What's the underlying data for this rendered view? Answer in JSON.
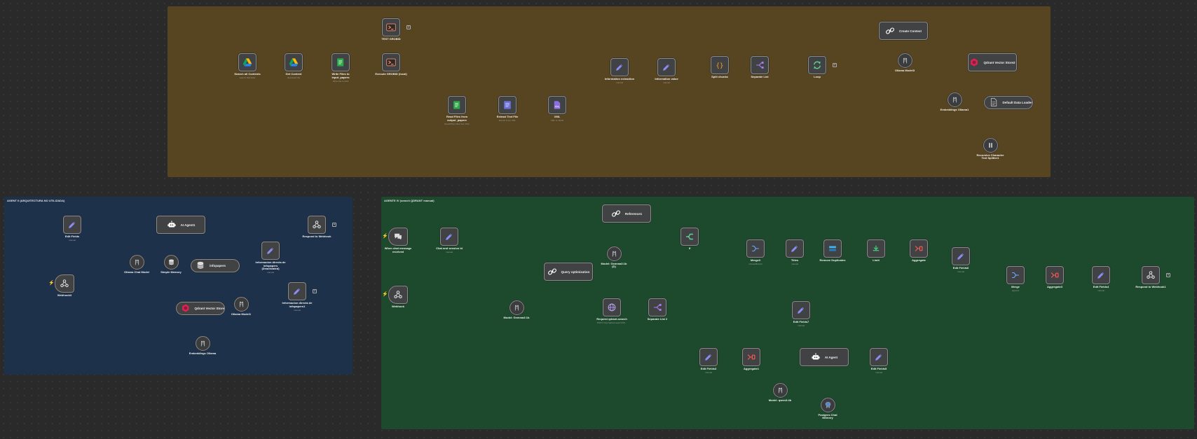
{
  "canvas": {
    "background": "#2a2a2a"
  },
  "stickies": [
    {
      "id": "top",
      "title": "",
      "color": "#574420"
    },
    {
      "id": "agent2",
      "title": "AGENT II (ARQUITECTURA NO UTILIZADA)",
      "color": "#1e314a"
    },
    {
      "id": "agent4",
      "title": "AGENTE IV (search QDRANT manual)",
      "color": "#1d4a2d"
    }
  ],
  "nodes": [
    {
      "id": "n_test_grobid",
      "label": "TEST GROBID",
      "sub": "",
      "icon": "terminal-icon",
      "shape": "box"
    },
    {
      "id": "n_search_contents",
      "label": "Search all Contents",
      "sub": "search: fileFolder",
      "icon": "google-drive-icon",
      "shape": "box"
    },
    {
      "id": "n_get_content",
      "label": "Get Content",
      "sub": "download: file",
      "icon": "google-drive-icon",
      "shape": "box"
    },
    {
      "id": "n_write_files",
      "label": "Write Files to\ninput_papers",
      "sub": "Write File to Disk",
      "icon": "file-write-icon",
      "shape": "box"
    },
    {
      "id": "n_execute_grobid",
      "label": "Execute GROBID (local)",
      "sub": "",
      "icon": "terminal-icon",
      "shape": "box"
    },
    {
      "id": "n_read_files",
      "label": "Read Files from\noutput_papers",
      "sub": "Read/Write Files from Disk",
      "icon": "file-read-icon",
      "shape": "box"
    },
    {
      "id": "n_extract_text",
      "label": "Extract Text File",
      "sub": "Extract From XML",
      "icon": "extract-icon",
      "shape": "box"
    },
    {
      "id": "n_xml",
      "label": "XML",
      "sub": "XML to JSON",
      "icon": "xml-icon",
      "shape": "box"
    },
    {
      "id": "n_info_extraction",
      "label": "Information extraction",
      "sub": "manual",
      "icon": "pencil-icon",
      "shape": "box"
    },
    {
      "id": "n_info_value",
      "label": "Information value",
      "sub": "manual",
      "icon": "pencil-icon",
      "shape": "box"
    },
    {
      "id": "n_split_chunks",
      "label": "Split chunks",
      "sub": "",
      "icon": "code-braces-icon",
      "shape": "box"
    },
    {
      "id": "n_separate_list",
      "label": "Separate List",
      "sub": "",
      "icon": "split-out-icon",
      "shape": "box"
    },
    {
      "id": "n_loop",
      "label": "Loop",
      "sub": "",
      "icon": "loop-icon",
      "shape": "box"
    },
    {
      "id": "n_create_context",
      "label": "Create Context",
      "sub": "",
      "icon": "link-icon",
      "shape": "wide"
    },
    {
      "id": "n_ollama_model3",
      "label": "Ollama Model3",
      "sub": "",
      "icon": "ollama-icon",
      "shape": "circle"
    },
    {
      "id": "n_qdrant_store2",
      "label": "Qdrant Vector\nStore2",
      "sub": "",
      "icon": "qdrant-icon",
      "shape": "wide"
    },
    {
      "id": "n_embeddings_ollama1",
      "label": "Embeddings Ollama1",
      "sub": "",
      "icon": "ollama-icon",
      "shape": "circle"
    },
    {
      "id": "n_default_loader",
      "label": "Default Data Loader",
      "sub": "",
      "icon": "document-icon",
      "shape": "pill"
    },
    {
      "id": "n_text_splitter",
      "label": "Recursive Character\nText Splitter1",
      "sub": "",
      "icon": "splitter-icon",
      "shape": "circle"
    },
    {
      "id": "n_edit_fields",
      "label": "Edit Fields",
      "sub": "manual",
      "icon": "pencil-icon",
      "shape": "box"
    },
    {
      "id": "n_ai_agent1",
      "label": "AI Agent1",
      "sub": "",
      "icon": "robot-icon",
      "shape": "wide"
    },
    {
      "id": "n_respond_webhook",
      "label": "Respond to Webhook",
      "sub": "",
      "icon": "webhook-icon",
      "shape": "box"
    },
    {
      "id": "n_webhook3",
      "label": "Webhook3",
      "sub": "",
      "icon": "webhook-icon",
      "shape": "trigger"
    },
    {
      "id": "n_ollama_chat",
      "label": "Ollama Chat Model",
      "sub": "",
      "icon": "ollama-icon",
      "shape": "circle"
    },
    {
      "id": "n_simple_memory",
      "label": "Simple Memory",
      "sub": "",
      "icon": "database-icon",
      "shape": "circle"
    },
    {
      "id": "n_infopapers",
      "label": "infopapers",
      "sub": "",
      "icon": "database-icon",
      "shape": "pill"
    },
    {
      "id": "n_info_directa_deact",
      "label": "Informacion directa de\ninfopapers\n(Deactivated)",
      "sub": "manual",
      "icon": "pencil-icon",
      "shape": "box"
    },
    {
      "id": "n_qdrant_store",
      "label": "Qdrant Vector Store",
      "sub": "",
      "icon": "qdrant-icon",
      "shape": "pill"
    },
    {
      "id": "n_ollama_model1",
      "label": "Ollama Model1",
      "sub": "",
      "icon": "ollama-icon",
      "shape": "circle"
    },
    {
      "id": "n_info_directa1",
      "label": "Informacion directa de\ninfopapers1",
      "sub": "manual",
      "icon": "pencil-icon",
      "shape": "box"
    },
    {
      "id": "n_embeddings_ollama",
      "label": "Embeddings Ollama",
      "sub": "",
      "icon": "ollama-icon",
      "shape": "circle"
    },
    {
      "id": "n_chat_received",
      "label": "When chat message\nreceived",
      "sub": "",
      "icon": "chat-icon",
      "shape": "trigger"
    },
    {
      "id": "n_chat_session",
      "label": "Chat and session Id",
      "sub": "manual",
      "icon": "pencil-icon",
      "shape": "box"
    },
    {
      "id": "n_webhook",
      "label": "Webhook",
      "sub": "",
      "icon": "webhook-icon",
      "shape": "trigger"
    },
    {
      "id": "n_reference1",
      "label": "Reference1",
      "sub": "",
      "icon": "link-icon",
      "shape": "wide"
    },
    {
      "id": "n_model_gemma_d",
      "label": "Model: Gemma3:1b\n(D)",
      "sub": "",
      "icon": "ollama-icon",
      "shape": "circle"
    },
    {
      "id": "n_query_opt",
      "label": "Query optimization",
      "sub": "",
      "icon": "link-icon",
      "shape": "wide"
    },
    {
      "id": "n_model_gemma",
      "label": "Model: Gemma3:1b",
      "sub": "",
      "icon": "ollama-icon",
      "shape": "circle"
    },
    {
      "id": "n_request_qdrant",
      "label": "Request qdrant-search",
      "sub": "POST: http://qdrant-search:80...",
      "icon": "globe-icon",
      "shape": "box"
    },
    {
      "id": "n_separate_list2",
      "label": "Separate List 2",
      "sub": "",
      "icon": "split-out-icon",
      "shape": "box"
    },
    {
      "id": "n_if",
      "label": "If",
      "sub": "",
      "icon": "if-icon",
      "shape": "box"
    },
    {
      "id": "n_merge3",
      "label": "Merge3",
      "sub": "chooseBranch",
      "icon": "merge-icon",
      "shape": "box"
    },
    {
      "id": "n_titles",
      "label": "Titles",
      "sub": "manual",
      "icon": "pencil-icon",
      "shape": "box"
    },
    {
      "id": "n_remove_dup",
      "label": "Remove Duplicates",
      "sub": "",
      "icon": "dedupe-icon",
      "shape": "box"
    },
    {
      "id": "n_limit",
      "label": "Limit",
      "sub": "",
      "icon": "limit-icon",
      "shape": "box"
    },
    {
      "id": "n_aggregate",
      "label": "Aggregate",
      "sub": "",
      "icon": "aggregate-icon",
      "shape": "box"
    },
    {
      "id": "n_edit_fields6",
      "label": "Edit Fields6",
      "sub": "manual",
      "icon": "pencil-icon",
      "shape": "box"
    },
    {
      "id": "n_edit_fields7",
      "label": "Edit Fields7",
      "sub": "manual",
      "icon": "pencil-icon",
      "shape": "box"
    },
    {
      "id": "n_merge",
      "label": "Merge",
      "sub": "append",
      "icon": "merge-icon",
      "shape": "box"
    },
    {
      "id": "n_aggregate3",
      "label": "Aggregate3",
      "sub": "",
      "icon": "aggregate-icon",
      "shape": "box"
    },
    {
      "id": "n_edit_fields4",
      "label": "Edit Fields4",
      "sub": "manual",
      "icon": "pencil-icon",
      "shape": "box"
    },
    {
      "id": "n_respond_webhook1",
      "label": "Respond to Webhook1",
      "sub": "",
      "icon": "webhook-icon",
      "shape": "box"
    },
    {
      "id": "n_edit_fields3",
      "label": "Edit Fields3",
      "sub": "manual",
      "icon": "pencil-icon",
      "shape": "box"
    },
    {
      "id": "n_aggregate1",
      "label": "Aggregate1",
      "sub": "",
      "icon": "aggregate-icon",
      "shape": "box"
    },
    {
      "id": "n_ai_agent",
      "label": "AI Agent",
      "sub": "",
      "icon": "robot-icon",
      "shape": "wide"
    },
    {
      "id": "n_edit_fields5",
      "label": "Edit Fields5",
      "sub": "manual",
      "icon": "pencil-icon",
      "shape": "box"
    },
    {
      "id": "n_model_qwen",
      "label": "Model: qwen3:4b",
      "sub": "",
      "icon": "ollama-icon",
      "shape": "circle"
    },
    {
      "id": "n_postgres_memory",
      "label": "Postgres Chat\nMemory",
      "sub": "",
      "icon": "postgres-icon",
      "shape": "circle"
    }
  ],
  "edges": [
    [
      "n_search_contents",
      "n_get_content"
    ],
    [
      "n_get_content",
      "n_write_files"
    ],
    [
      "n_write_files",
      "n_execute_grobid"
    ],
    [
      "n_execute_grobid",
      "n_read_files"
    ],
    [
      "n_read_files",
      "n_extract_text"
    ],
    [
      "n_extract_text",
      "n_xml"
    ],
    [
      "n_xml",
      "n_info_extraction"
    ],
    [
      "n_info_extraction",
      "n_info_value"
    ],
    [
      "n_info_value",
      "n_split_chunks"
    ],
    [
      "n_split_chunks",
      "n_separate_list"
    ],
    [
      "n_separate_list",
      "n_loop"
    ],
    [
      "n_loop",
      "n_create_context"
    ],
    [
      "n_create_context",
      "n_qdrant_store2"
    ],
    [
      "n_edit_fields",
      "n_ai_agent1"
    ],
    [
      "n_ai_agent1",
      "n_respond_webhook"
    ],
    [
      "n_webhook3",
      "n_edit_fields"
    ],
    [
      "n_ai_agent1",
      "n_info_directa1"
    ],
    [
      "n_chat_received",
      "n_chat_session"
    ],
    [
      "n_webhook",
      "n_chat_session"
    ],
    [
      "n_chat_session",
      "n_reference1"
    ],
    [
      "n_chat_session",
      "n_query_opt"
    ],
    [
      "n_query_opt",
      "n_request_qdrant"
    ],
    [
      "n_request_qdrant",
      "n_separate_list2"
    ],
    [
      "n_reference1",
      "n_if"
    ],
    [
      "n_separate_list2",
      "n_merge3"
    ],
    [
      "n_if",
      "n_merge3"
    ],
    [
      "n_if",
      "n_edit_fields7"
    ],
    [
      "n_merge3",
      "n_titles"
    ],
    [
      "n_titles",
      "n_remove_dup"
    ],
    [
      "n_remove_dup",
      "n_limit"
    ],
    [
      "n_limit",
      "n_aggregate"
    ],
    [
      "n_aggregate",
      "n_edit_fields6"
    ],
    [
      "n_edit_fields6",
      "n_merge"
    ],
    [
      "n_edit_fields7",
      "n_merge"
    ],
    [
      "n_merge",
      "n_aggregate3"
    ],
    [
      "n_aggregate3",
      "n_edit_fields4"
    ],
    [
      "n_edit_fields4",
      "n_respond_webhook1"
    ],
    [
      "n_separate_list2",
      "n_edit_fields3"
    ],
    [
      "n_edit_fields3",
      "n_aggregate1"
    ],
    [
      "n_aggregate1",
      "n_ai_agent"
    ],
    [
      "n_ai_agent",
      "n_edit_fields5"
    ],
    [
      "n_edit_fields5",
      "n_merge"
    ]
  ],
  "dashed_edges": [
    [
      "n_create_context",
      "n_ollama_model3"
    ],
    [
      "n_qdrant_store2",
      "n_embeddings_ollama1"
    ],
    [
      "n_qdrant_store2",
      "n_default_loader"
    ],
    [
      "n_default_loader",
      "n_text_splitter"
    ],
    [
      "n_ai_agent1",
      "n_ollama_chat"
    ],
    [
      "n_ai_agent1",
      "n_simple_memory"
    ],
    [
      "n_ai_agent1",
      "n_infopapers"
    ],
    [
      "n_infopapers",
      "n_qdrant_store"
    ],
    [
      "n_infopapers",
      "n_ollama_model1"
    ],
    [
      "n_qdrant_store",
      "n_embeddings_ollama"
    ],
    [
      "n_reference1",
      "n_model_gemma_d"
    ],
    [
      "n_query_opt",
      "n_model_gemma"
    ],
    [
      "n_ai_agent",
      "n_model_qwen"
    ],
    [
      "n_ai_agent",
      "n_postgres_memory"
    ]
  ]
}
